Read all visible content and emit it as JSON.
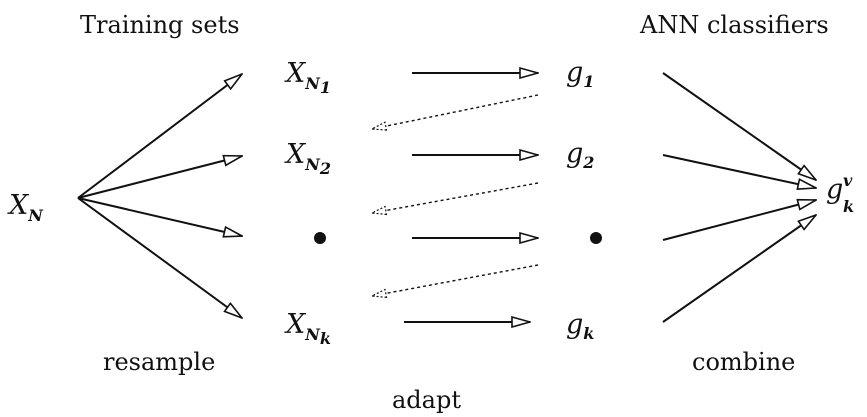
{
  "labels": {
    "training_sets": "Training sets",
    "ann_classifiers": "ANN classifiers",
    "resample": "resample",
    "combine": "combine",
    "adapt": "adapt"
  },
  "source": {
    "base": "X",
    "sub": "N"
  },
  "training_nodes": [
    {
      "base": "X",
      "sub": "N",
      "subsub": "1"
    },
    {
      "base": "X",
      "sub": "N",
      "subsub": "2"
    },
    {
      "dot": true
    },
    {
      "base": "X",
      "sub": "N",
      "subsub": "k"
    }
  ],
  "classifier_nodes": [
    {
      "base": "g",
      "sub": "1"
    },
    {
      "base": "g",
      "sub": "2"
    },
    {
      "dot": true
    },
    {
      "base": "g",
      "sub": "k"
    }
  ],
  "output": {
    "base": "g",
    "sub": "k",
    "sup": "v"
  }
}
